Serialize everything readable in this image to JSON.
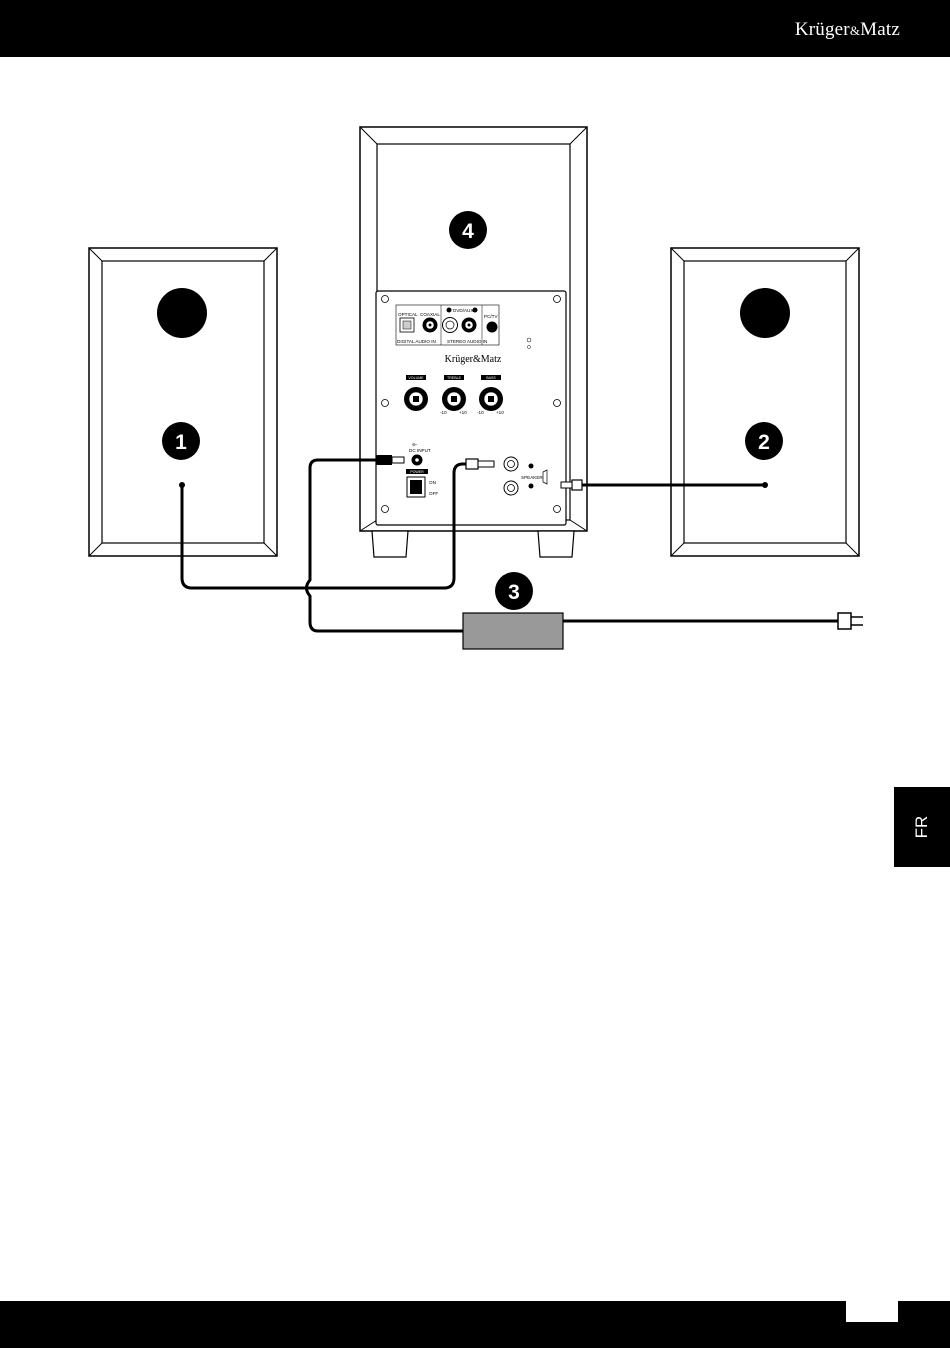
{
  "header": {
    "brand_main": "Krüger",
    "brand_amp": "&",
    "brand_end": "Matz"
  },
  "language_tab": {
    "label": "FR"
  },
  "diagram": {
    "callouts": [
      "1",
      "2",
      "3",
      "4"
    ],
    "panel_brand": "Krüger&Matz",
    "labels": {
      "optical": "OPTICAL",
      "coaxial": "COAXIAL",
      "dvd_aux": "DVD/AUX",
      "pc_tv": "PC/TV",
      "digital_audio_in": "DIGITAL AUDIO IN",
      "stereo_audio_in": "STEREO AUDIO IN",
      "volume": "VOLUME",
      "treble": "TREBLE",
      "bass": "BASS",
      "dc_input": "DC INPUT",
      "power": "POWER",
      "on": "ON",
      "off": "OFF",
      "speaker": "SPEAKER",
      "dc_symbol": "⊖-",
      "minus10": "-10",
      "plus10": "+10"
    }
  }
}
